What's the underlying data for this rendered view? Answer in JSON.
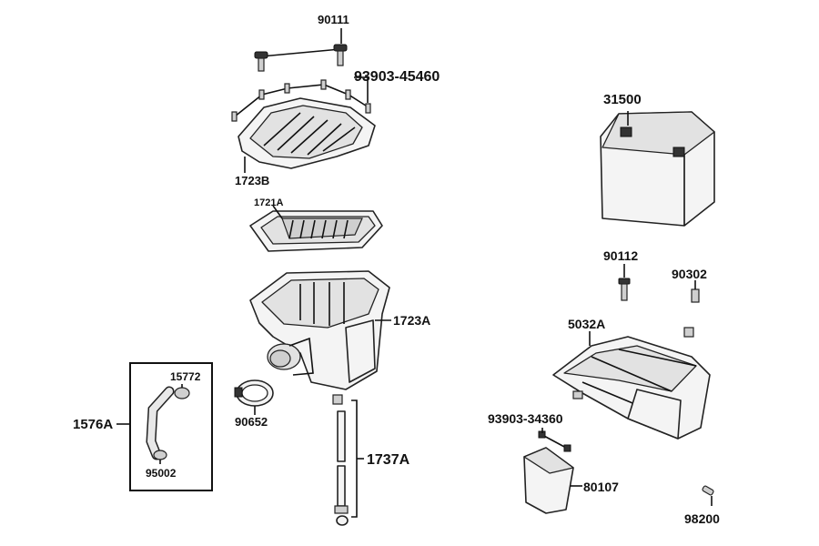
{
  "diagram": {
    "labels": {
      "p90111": "90111",
      "p93903_45460": "93903-45460",
      "p1723B": "1723B",
      "p1721A": "1721A",
      "p1723A": "1723A",
      "p15772": "15772",
      "p1576A": "1576A",
      "p95002": "95002",
      "p90652": "90652",
      "p1737A": "1737A",
      "p31500": "31500",
      "p90112": "90112",
      "p90302": "90302",
      "p5032A": "5032A",
      "p93903_34360": "93903-34360",
      "p80107": "80107",
      "p98200": "98200"
    }
  }
}
